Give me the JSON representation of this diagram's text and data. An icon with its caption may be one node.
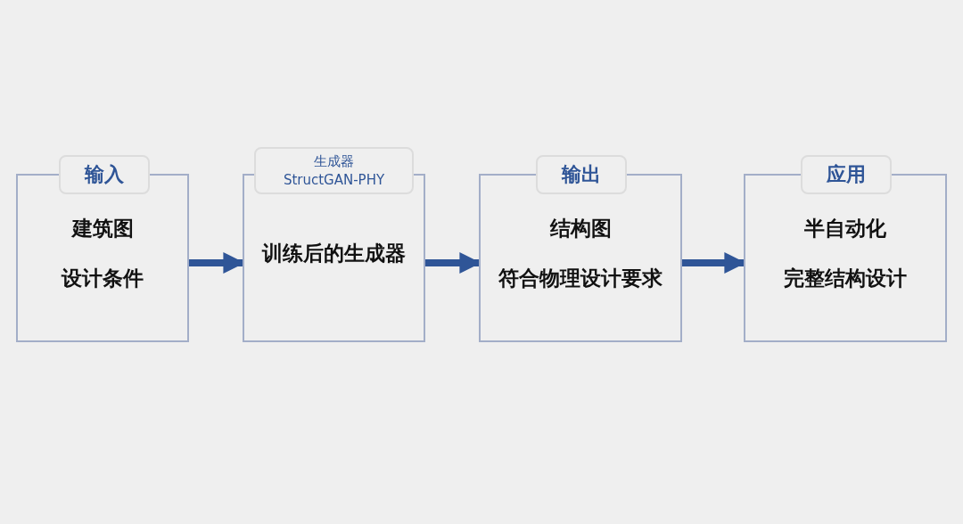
{
  "diagram": {
    "nodes": [
      {
        "text": [
          "输入",
          "建筑图",
          "设计条件"
        ]
      },
      {
        "text": [
          "生成器 StructGAN-PHY",
          "训练后的生成器"
        ]
      },
      {
        "text": [
          "输出",
          "结构图",
          "符合物理设计要求"
        ]
      },
      {
        "text": [
          "应用",
          "半自动化",
          "完整结构设计"
        ]
      }
    ],
    "edges": [
      {
        "from": 0,
        "to": 1,
        "arrow": "to"
      },
      {
        "from": 1,
        "to": 2,
        "arrow": "to"
      },
      {
        "from": 2,
        "to": 3,
        "arrow": "to"
      }
    ]
  }
}
